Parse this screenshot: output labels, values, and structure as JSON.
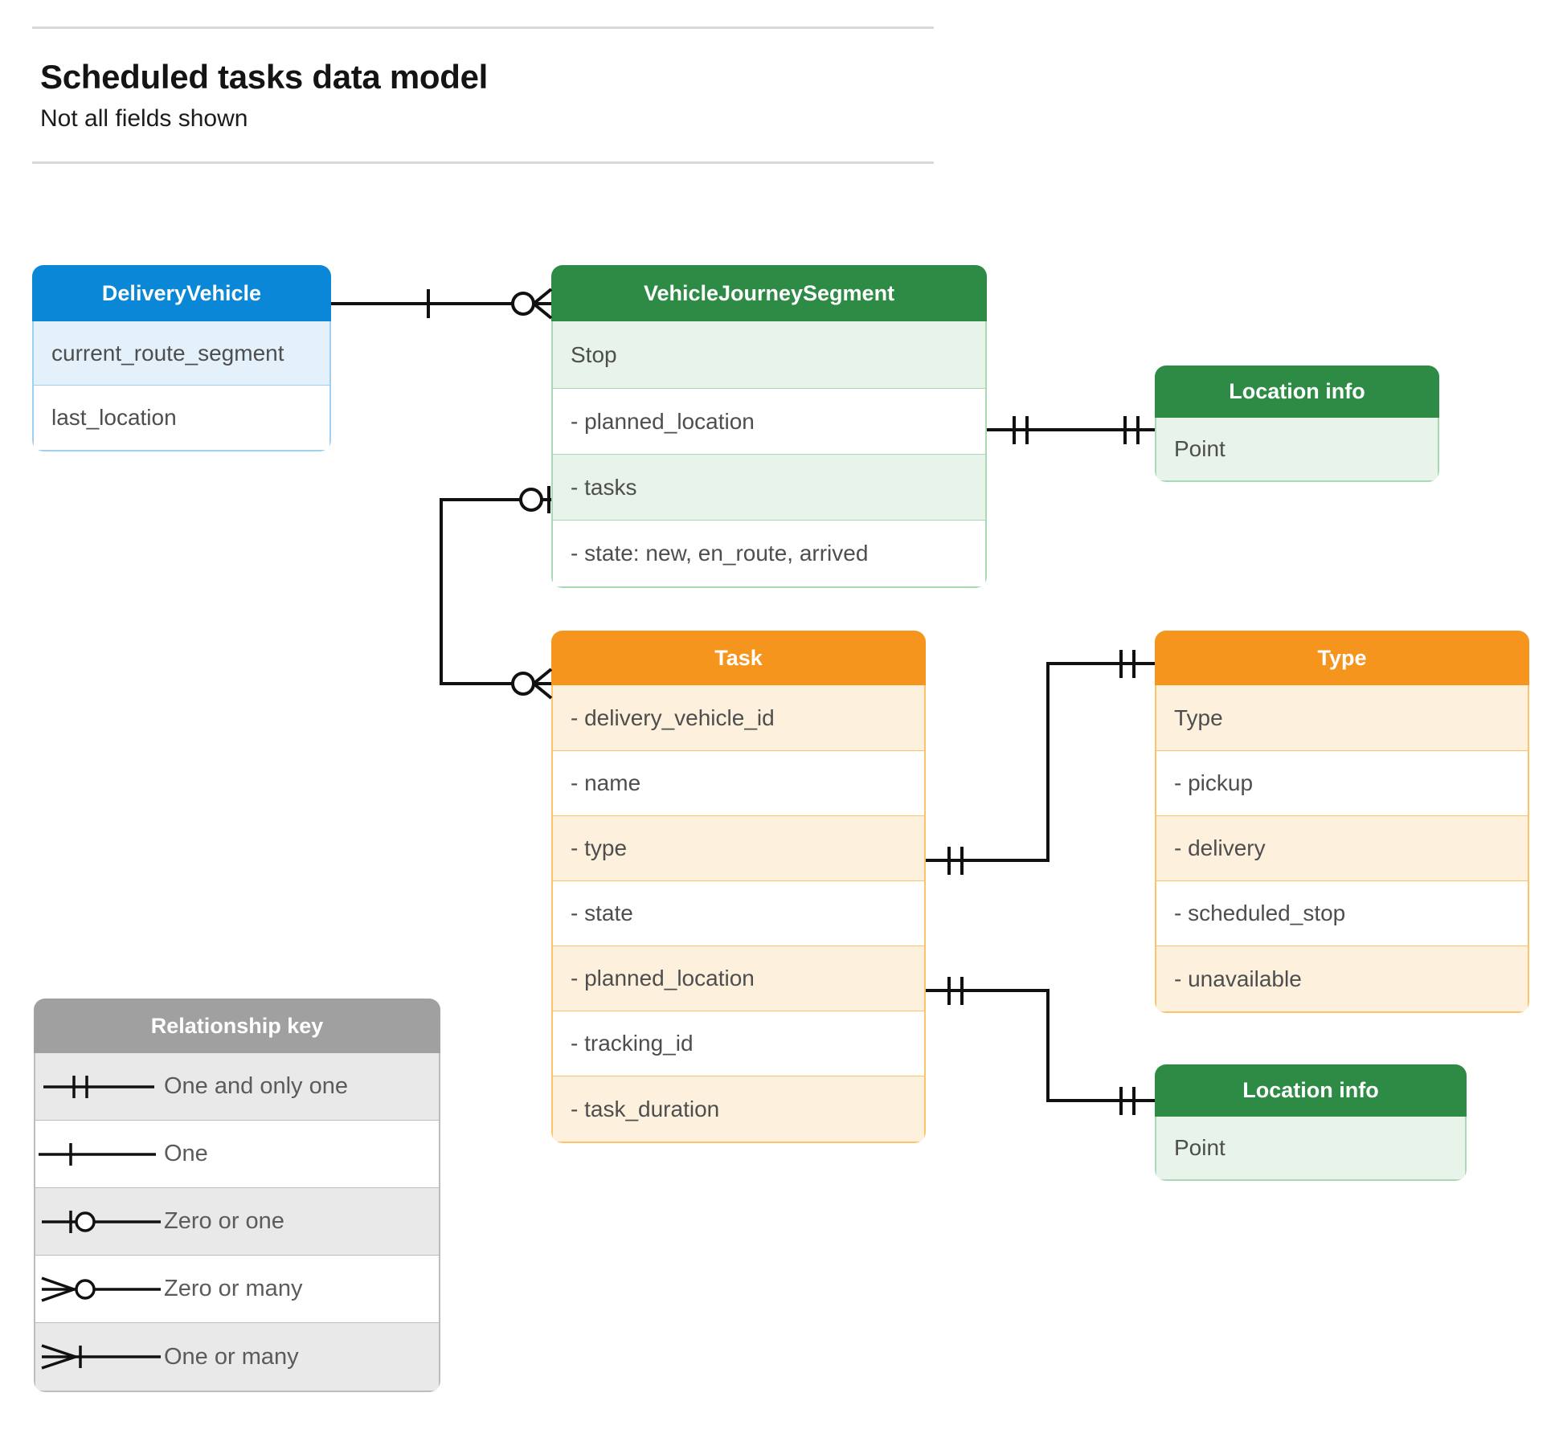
{
  "header": {
    "title": "Scheduled tasks data model",
    "subtitle": "Not all fields shown"
  },
  "entities": {
    "delivery_vehicle": {
      "title": "DeliveryVehicle",
      "rows": [
        "current_route_segment",
        "last_location"
      ]
    },
    "vehicle_journey_segment": {
      "title": "VehicleJourneySegment",
      "rows": [
        "Stop",
        "-  planned_location",
        "- tasks",
        "- state: new, en_route, arrived"
      ]
    },
    "location_info_top": {
      "title": "Location info",
      "rows": [
        "Point"
      ]
    },
    "task": {
      "title": "Task",
      "rows": [
        "- delivery_vehicle_id",
        "- name",
        "- type",
        "- state",
        "- planned_location",
        "- tracking_id",
        "- task_duration"
      ]
    },
    "type": {
      "title": "Type",
      "rows": [
        "Type",
        "-  pickup",
        "-  delivery",
        "-  scheduled_stop",
        "-  unavailable"
      ]
    },
    "location_info_bottom": {
      "title": "Location info",
      "rows": [
        "Point"
      ]
    }
  },
  "legend": {
    "title": "Relationship key",
    "items": [
      {
        "label": "One and only one",
        "glyph": "one-and-only-one-icon"
      },
      {
        "label": "One",
        "glyph": "one-icon"
      },
      {
        "label": "Zero or one",
        "glyph": "zero-or-one-icon"
      },
      {
        "label": "Zero or many",
        "glyph": "zero-or-many-icon"
      },
      {
        "label": "One or many",
        "glyph": "one-or-many-icon"
      }
    ]
  },
  "colors": {
    "blue_header": "#0b87d8",
    "blue_row_alt": "#e4f1fb",
    "blue_border": "#9fd0f2",
    "green_header": "#2e8b46",
    "green_row_alt": "#e8f4ea",
    "green_border": "#a8d9b5",
    "orange_header": "#f6951e",
    "orange_row_alt": "#fdf1dd",
    "orange_border": "#fbc46a",
    "gray_header": "#a0a0a0",
    "gray_row_alt": "#e9e9e9",
    "gray_border": "#bdbdbd",
    "connector": "#111111",
    "rule": "#d8d8d8"
  },
  "relationships": [
    {
      "from": "DeliveryVehicle",
      "from_card": "One",
      "to": "VehicleJourneySegment",
      "to_card": "Zero or many"
    },
    {
      "from": "VehicleJourneySegment.tasks",
      "from_card": "Zero or one",
      "to": "Task",
      "to_card": "Zero or many"
    },
    {
      "from": "VehicleJourneySegment.planned_location",
      "from_card": "One and only one",
      "to": "Location info (Point)",
      "to_card": "One and only one"
    },
    {
      "from": "Task.type",
      "from_card": "One and only one",
      "to": "Type",
      "to_card": "One and only one"
    },
    {
      "from": "Task.planned_location",
      "from_card": "One and only one",
      "to": "Location info (Point)",
      "to_card": "One and only one"
    }
  ]
}
